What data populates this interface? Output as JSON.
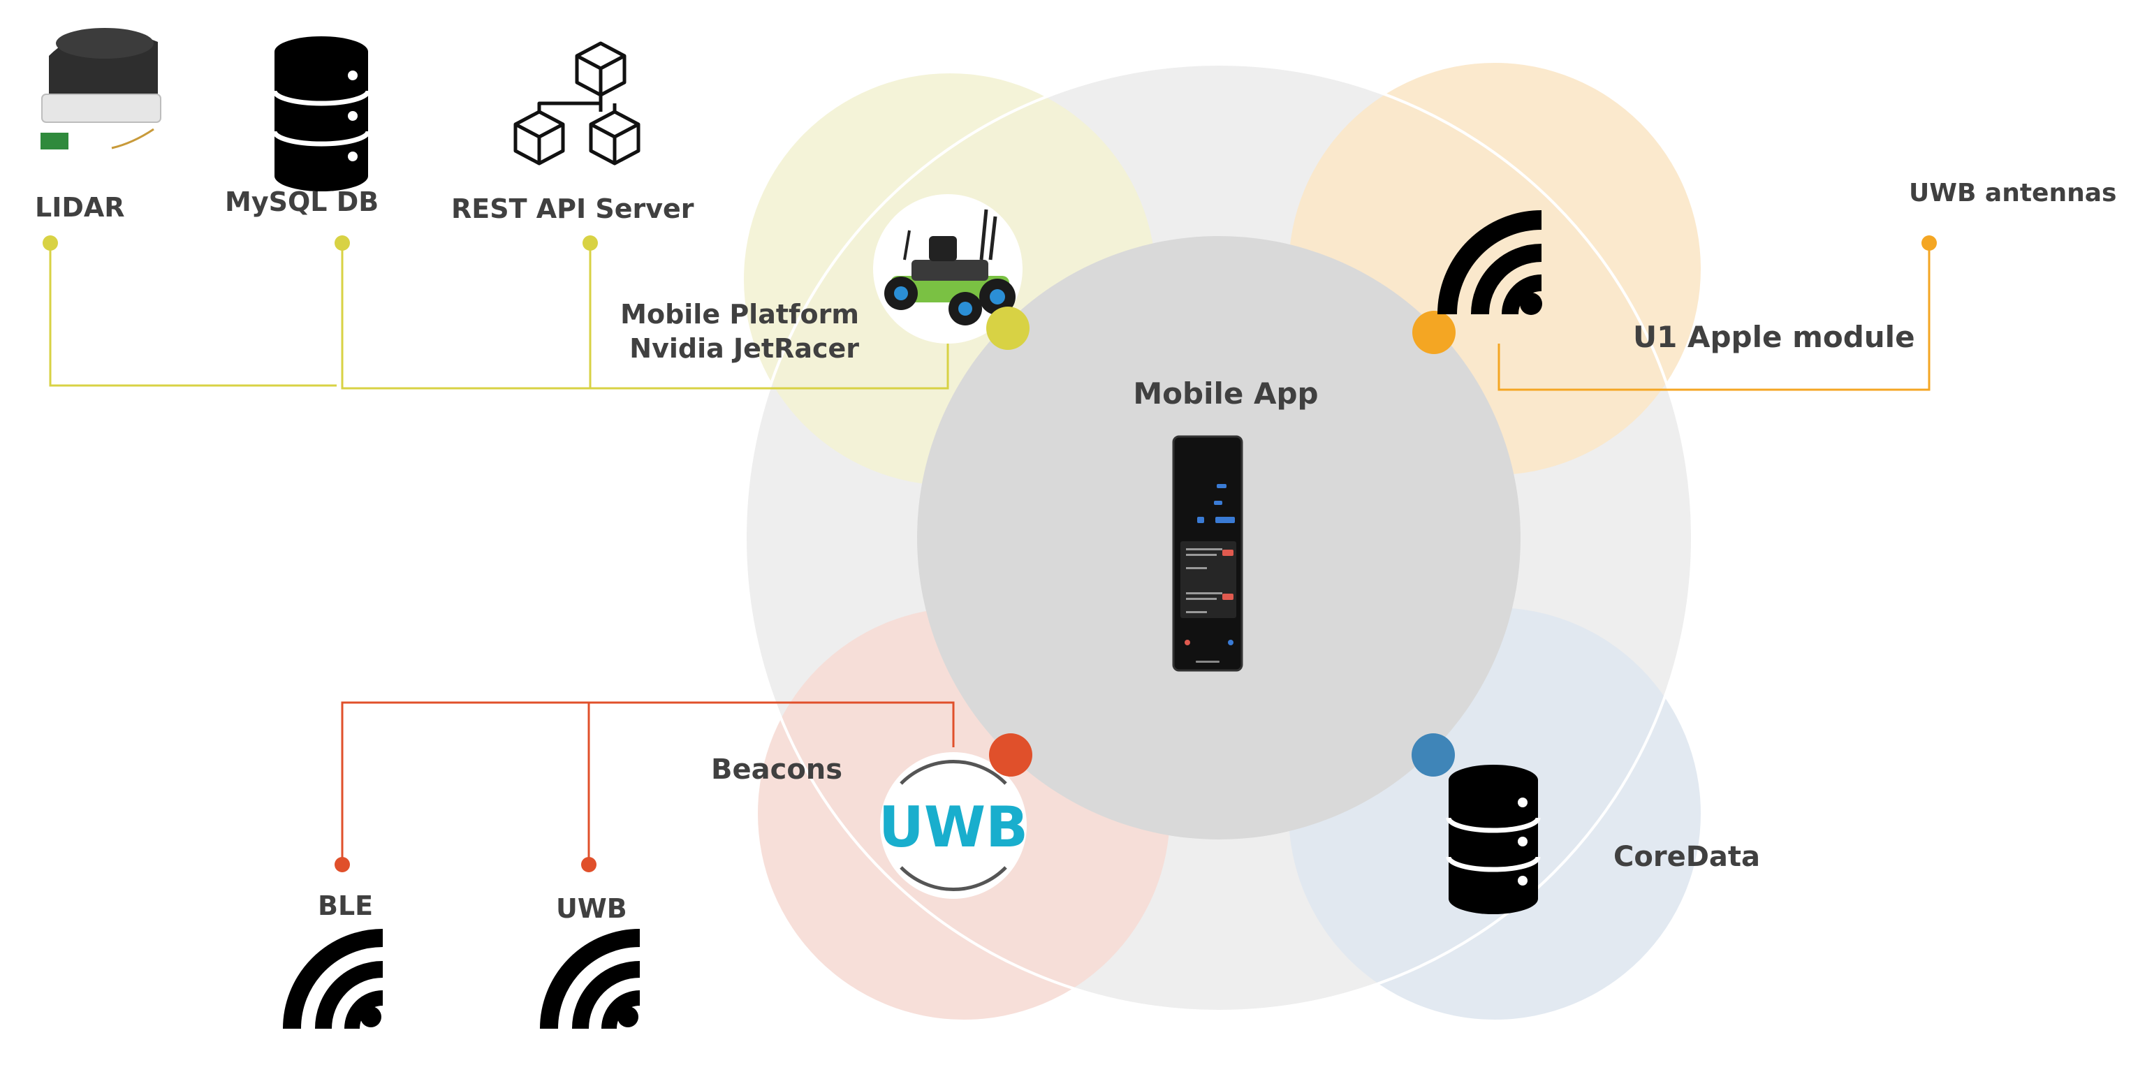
{
  "colors": {
    "yellow": "#d8d244",
    "orange": "#f4a623",
    "red": "#e0502b",
    "blue": "#3f85b8",
    "big_circle": "#eeeeee",
    "center_circle": "#d9d9d9",
    "yellow_petal": "#f3f2d4",
    "orange_petal": "#fbe7c8",
    "red_petal": "#f6dcd5",
    "blue_petal": "#dfe7ef",
    "text": "#404040",
    "uwb_logo": "#19aecd"
  },
  "labels": {
    "lidar": "LIDAR",
    "mysql": "MySQL  DB",
    "rest": "REST API Server",
    "platform_line1": "Mobile Platform",
    "platform_line2": "Nvidia JetRacer",
    "mobile_app": "Mobile App",
    "u1": "U1 Apple module",
    "uwb_antennas": "UWB antennas",
    "beacons": "Beacons",
    "coredata": "CoreData",
    "ble": "BLE",
    "uwb": "UWB",
    "uwb_logo": "UWB"
  },
  "icons": {
    "lidar": "lidar-sensor-icon",
    "mysql": "database-icon",
    "rest": "cubes-network-icon",
    "platform": "robot-car-icon",
    "u1": "wireless-signal-icon",
    "coredata": "database-icon",
    "ble": "wireless-signal-icon",
    "uwb": "wireless-signal-icon",
    "beacons": "uwb-logo-icon",
    "mobile_app": "smartphone-screenshot-icon"
  }
}
